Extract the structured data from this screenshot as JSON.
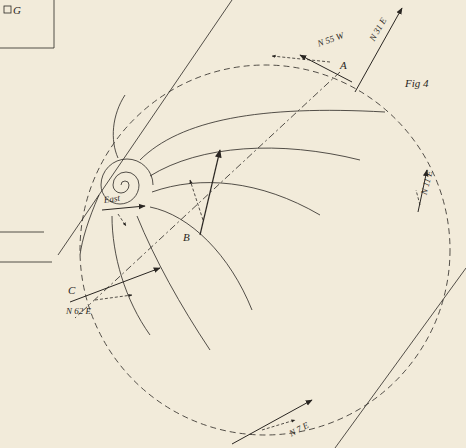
{
  "diagram": {
    "labels": [
      "G",
      "N 55 W",
      "A",
      "N 31 E",
      "Fig 4",
      "East",
      "B",
      "N 11 E",
      "C",
      "N 62 E",
      "N 7 E"
    ]
  }
}
